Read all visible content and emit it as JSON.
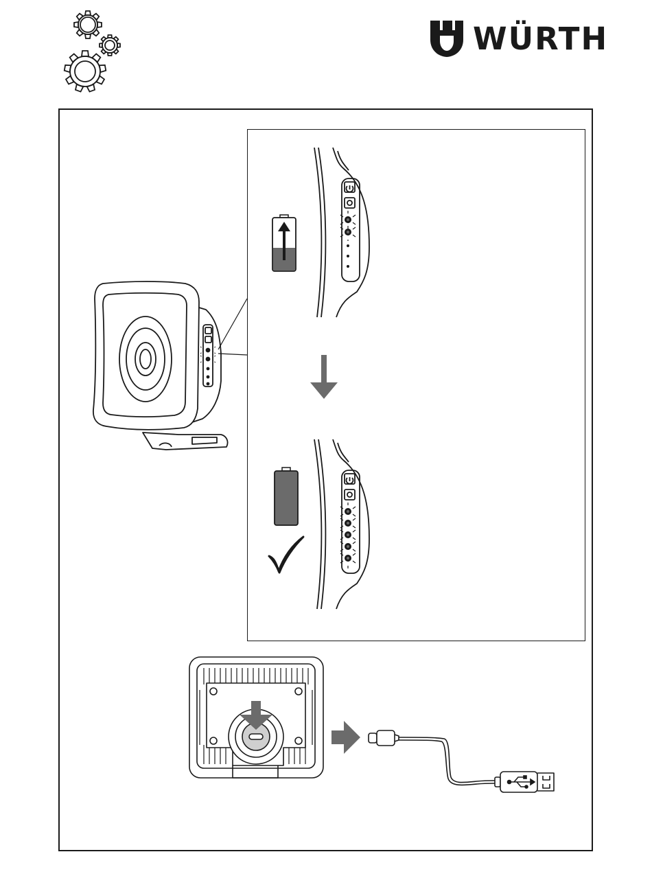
{
  "header": {
    "brand": "WÜRTH",
    "gears_icon": "gears-icon"
  },
  "colors": {
    "line": "#1a1a1a",
    "arrow_gray": "#6b6b6b",
    "battery_fill": "#6b6b6b"
  },
  "step_charging": {
    "battery_icon": "battery-charging-icon",
    "led_state": "blinking",
    "leds_total": 5
  },
  "step_charged": {
    "battery_icon": "battery-full-icon",
    "status_icon": "checkmark-icon",
    "led_state": "blinking",
    "leds_total": 5
  },
  "step_usb": {
    "port_icon": "usb-c-port-icon",
    "cable_icon": "usb-cable-icon",
    "usb_symbol": "usb-icon"
  }
}
